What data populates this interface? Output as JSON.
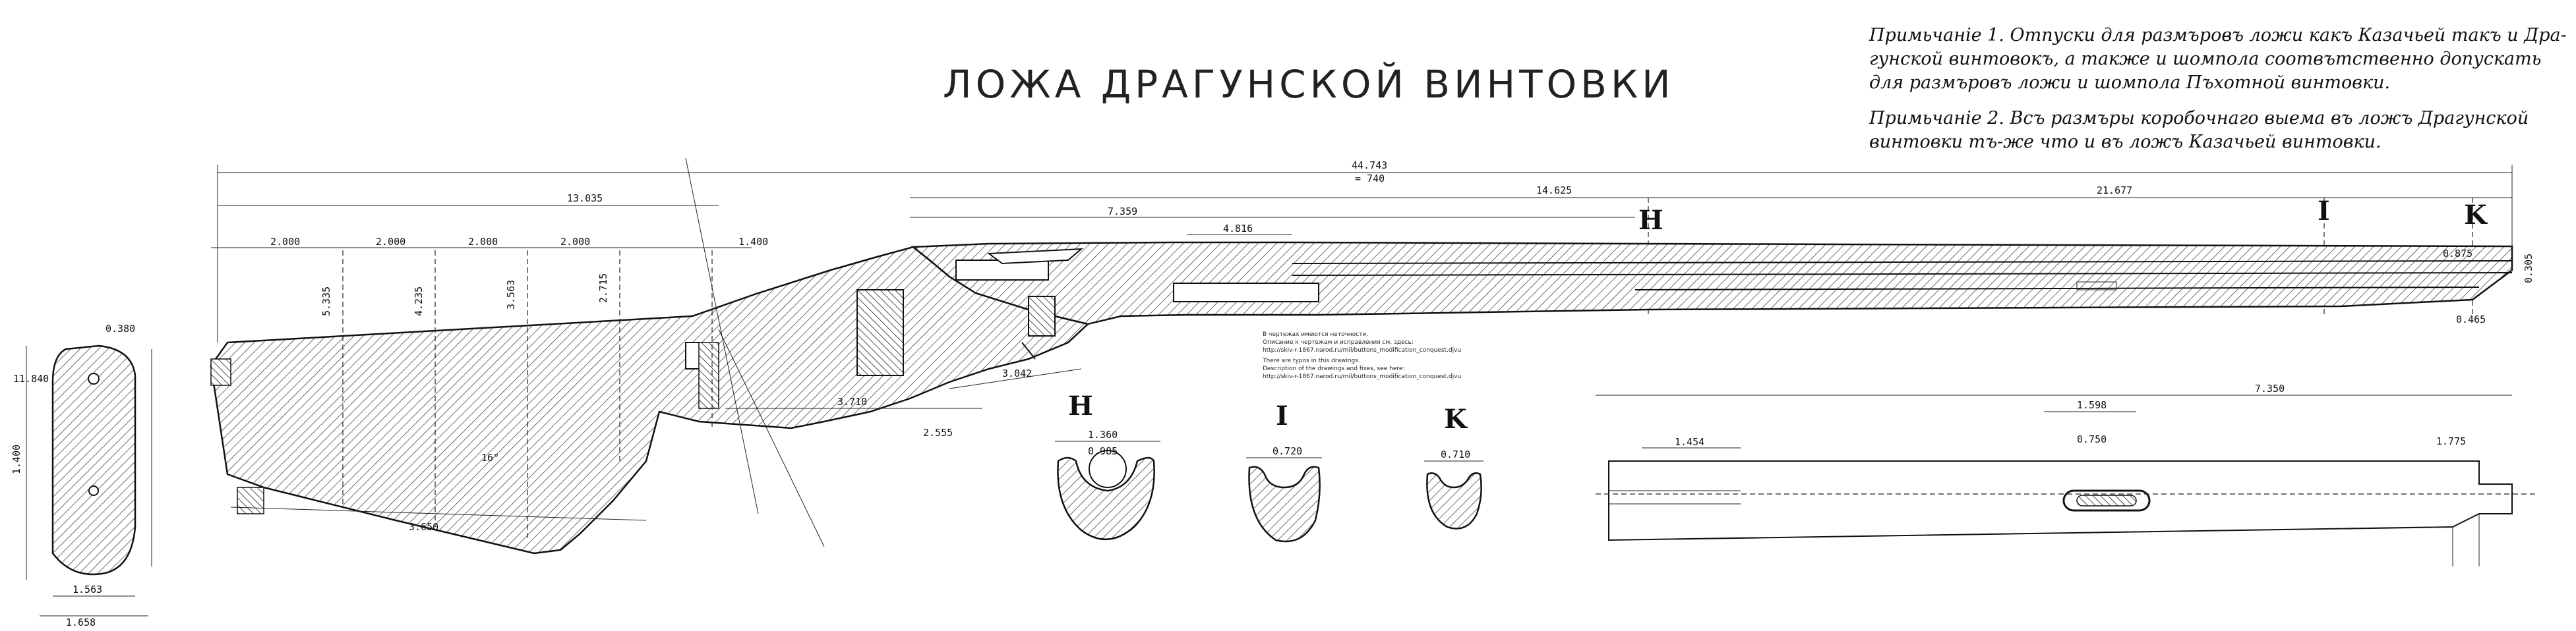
{
  "title": "ЛОЖА  ДРАГУНСКОЙ  ВИНТОВКИ",
  "notes": [
    "Примьчаніе 1. Отпуски для размъровъ ложи какъ Казачьей такъ и Дра-",
    "гунской винтовокъ, а также и шомпола соотвътственно допускать",
    "для размъровъ ложи и шомпола Пъхотной винтовки.",
    "Примьчаніе 2. Всъ размъры коробочнаго выема въ ложъ Драгунской",
    "винтовки тъ-же что и въ ложъ Казачьей винтовки."
  ],
  "sections": {
    "H": "H",
    "I": "I",
    "K": "K"
  },
  "section_labels_body": [
    "H",
    "I",
    "K"
  ],
  "dimensions": {
    "overall_a": "44.743",
    "overall_b": "= 740",
    "left": "13.035",
    "mid": "7.359",
    "mid2": "14.625",
    "right": "21.677",
    "breech": "4.816",
    "seg1": "2.000",
    "seg2": "2.000",
    "seg3": "2.000",
    "seg4": "2.000",
    "seg5": "1.400",
    "h1": "5.335",
    "h2": "4.235",
    "h3": "3.563",
    "h4": "2.715",
    "stock_low": "3.650",
    "grip": "3.710",
    "guard": "3.042",
    "sub": "2.555",
    "plate_w": "1.563",
    "plate_w2": "1.658",
    "plate_h": "1.400",
    "butt_a": "0.380",
    "butt_b": "11.840",
    "ramrod_total": "7.350",
    "ramrod_a": "1.598",
    "ramrod_b": "0.750",
    "ramrod_c": "1.454",
    "ramrod_d": "1.775",
    "sec_h_w": "1.360",
    "sec_h_w2": "0.985",
    "sec_i_w": "0.720",
    "sec_k_w": "0.710",
    "end_a": "0.465",
    "end_b": "0.305",
    "angle": "16°",
    "tip": "0.875"
  },
  "small_text": [
    "В чертежах имеются неточности.",
    "Описание к чертежам и исправления см. здесь:",
    "http://skiv-r-1867.narod.ru/mil/buttons_modification_conquest.djvu",
    "There are typos in this drawings.",
    "Description of the drawings and fixes, see here:",
    "http://skiv-r-1867.narod.ru/mil/buttons_modification_conquest.djvu"
  ]
}
